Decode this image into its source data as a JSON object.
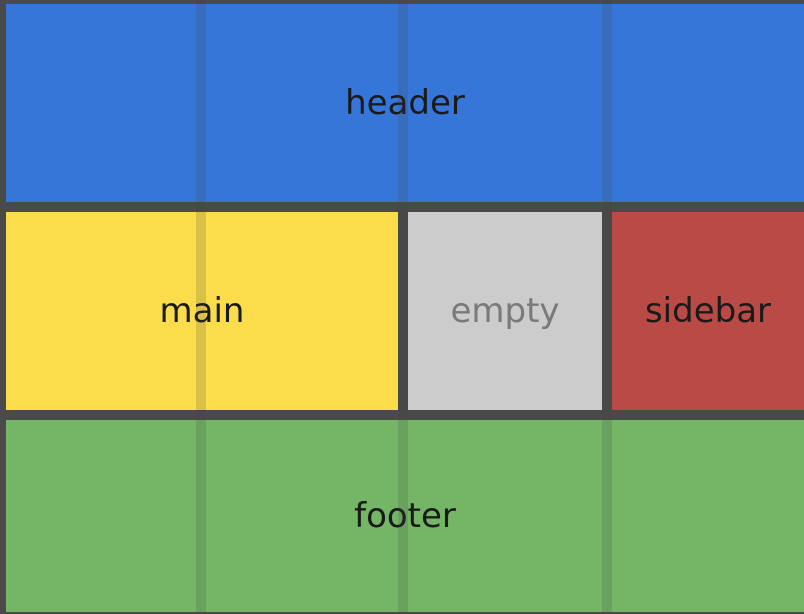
{
  "layout": {
    "areas": [
      {
        "id": "header",
        "label": "header",
        "color": "#3676d8",
        "text_color": "#1a1a1a"
      },
      {
        "id": "main",
        "label": "main",
        "color": "#fbdc4b",
        "text_color": "#1a1a1a"
      },
      {
        "id": "empty",
        "label": "empty",
        "color": "#cccccc",
        "text_color": "#7a7a7a"
      },
      {
        "id": "sidebar",
        "label": "sidebar",
        "color": "#ba4a46",
        "text_color": "#1a1a1a"
      },
      {
        "id": "footer",
        "label": "footer",
        "color": "#74b665",
        "text_color": "#1a1a1a"
      }
    ],
    "grid_columns": 4,
    "grid_rows": 3,
    "gap_color": "#4a4a4a"
  }
}
